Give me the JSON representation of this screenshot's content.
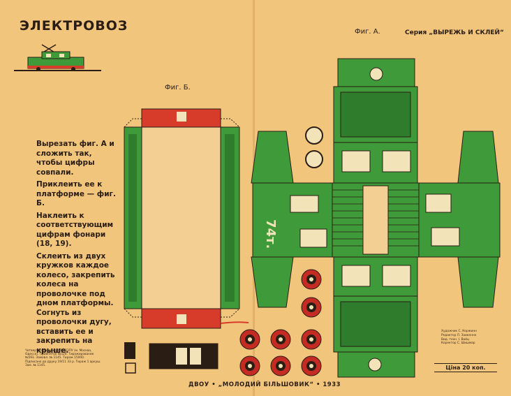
{
  "sheet": {
    "title": "ЭЛЕКТРОВОЗ",
    "series": "Серия „ВЫРЕЖЬ И СКЛЕЙ“",
    "fig_a": "Фиг. А.",
    "fig_b": "Фиг. Б.",
    "instructions": [
      "Вырезать фиг. А и сложить так, чтобы цифры совпали.",
      "Приклеить ее к платформе — фиг. Б.",
      "Наклеить к соответствующим цифрам фонари (18, 19).",
      "Склеить из двух кружков каждое колесо, закрепить колеса на проволочке под дном платформы. Согнуть из проволочки дугу, вставить ее и закрепить на крыше."
    ],
    "imprint": "Четвертая фабрика УПП ДЗПУ (м. Москва, Одесса). Прийняток №520. Тиражирование №593. Замовл. № 1145. Тираж 15000. Підписано до друку 19/11 33 р. Тираж 1 аркуш. Зам. № 1145.",
    "editors": "Художник С. Коржинн\nРедактор Л. Заикеннн\nВид. техн. І. Войц\nКоректор С. Шишмар",
    "price": "Ціна 20 коп.",
    "publisher": "ДВОУ • „МОЛОДИЙ БІЛЬШОВИК“ • 1933",
    "number_label": "74т.",
    "colors": {
      "paper": "#f2c57d",
      "green": "#3f9a3a",
      "red": "#d73b2a",
      "ink": "#2a1d14"
    }
  }
}
